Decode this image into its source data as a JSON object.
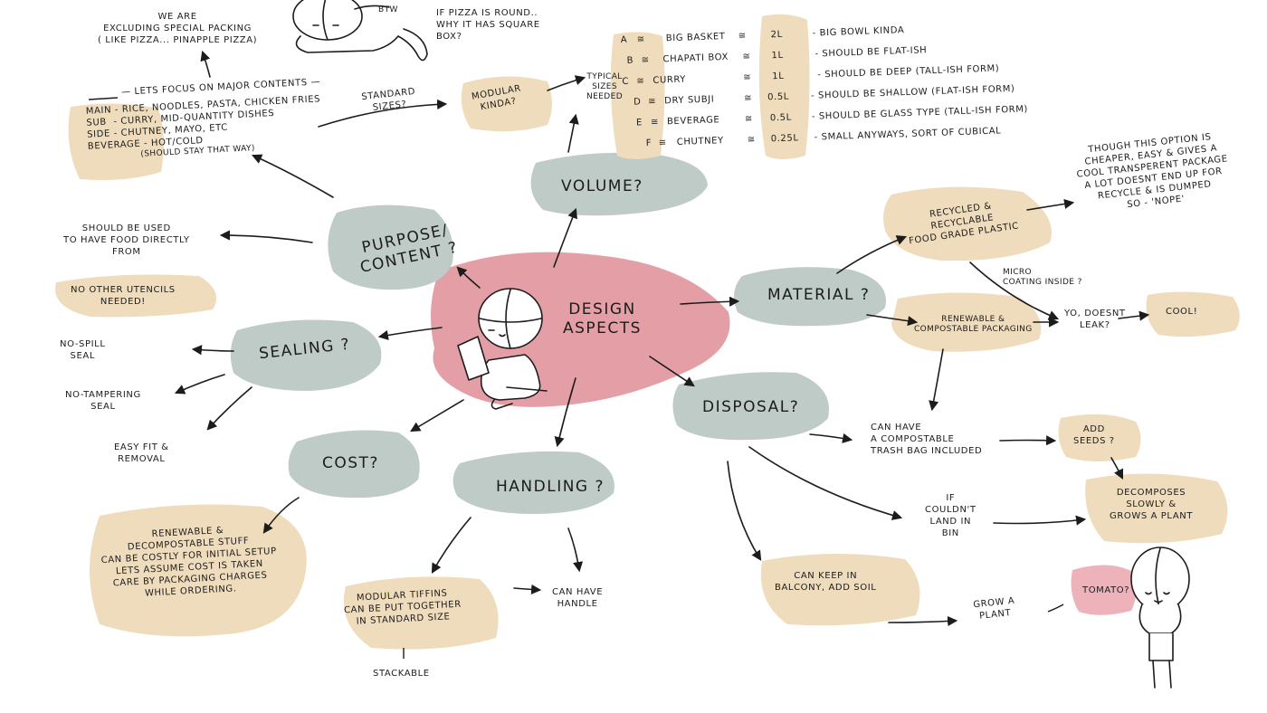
{
  "colors": {
    "center_blob": "#df8e97",
    "grey_blob": "#bfcbc7",
    "beige_blob": "#efdcbc",
    "pink_blob": "#eeb2ba",
    "ink": "#1c1c1c"
  },
  "center": {
    "label": "Design\nAspects"
  },
  "nodes": {
    "purpose": "Purpose/\nContent ?",
    "volume": "Volume?",
    "material": "Material ?",
    "disposal": "Disposal?",
    "handling": "Handling ?",
    "cost": "Cost?",
    "sealing": "Sealing ?"
  },
  "top_left": {
    "excluding": "We are\nExcluding special packing\n( like pizza... pinapple pizza)",
    "btw": "BTW",
    "pizza_note": "If pizza is round..\nWhy it has square\nbox?"
  },
  "contents": {
    "heading": "— Lets focus on major Contents —",
    "lines": [
      "Main - Rice, Noodles, Pasta, Chicken fries",
      "Sub  - Curry, mid-quantity dishes",
      "Side - Chutney, mayo, etc",
      "Beverage - hot/cold"
    ],
    "note": "(should stay that way)"
  },
  "standard": {
    "label": "Standard\nsizes?",
    "modular": "Modular\nkinda?"
  },
  "typical": "Typical\nsizes\nneeded",
  "sizes": {
    "letters": [
      "A",
      "B",
      "C",
      "D",
      "E",
      "F"
    ],
    "items": [
      "Big Basket",
      "Chapati Box",
      "Curry",
      "Dry Subji",
      "Beverage",
      "Chutney"
    ],
    "approx": "≅",
    "volumes": [
      "2L",
      "1L",
      "1L",
      "0.5L",
      "0.5L",
      "0.25L"
    ],
    "notes": [
      "- Big bowl kinda",
      "- Should be flat-ish",
      "- Should be deep (tall-ish form)",
      "- Should be shallow (flat-ish form)",
      "- Should be glass type (tall-ish form)",
      "- Small anyways, sort of cubical"
    ]
  },
  "purpose_note": "Should be used\nto have food directly\nfrom",
  "no_utensils": "No other utencils\nneeded!",
  "sealing_items": [
    "No-spill\nseal",
    "No-tampering\nseal",
    "Easy fit &\nremoval"
  ],
  "cost_note": "Renewable &\nDecompostable stuff\ncan be costly for initial setup\nLets assume cost is taken\ncare by packaging charges\nwhile ordering.",
  "handling_items": {
    "modular": "Modular tiffins\ncan be put together\nin standard size",
    "stackable": "Stackable",
    "handle": "Can have\nhandle"
  },
  "material_items": {
    "recycled": "Recycled &\nrecyclable\nfood grade plastic",
    "plastic_note": "Though this option is\ncheaper, easy & gives a\ncool transperent package\na lot doesnt end up for\nrecycle & is dumped\nso - 'Nope'",
    "micro": "Micro\ncoating inside ?",
    "renewable": "Renewable &\ncompostable packaging",
    "leak": "Yo, doesnt\nleak?",
    "cool": "Cool!"
  },
  "disposal_items": {
    "trash": "Can have\na compostable\ntrash bag included",
    "seeds": "Add\nseeds ?",
    "decomposes": "Decomposes\nslowly &\ngrows a plant",
    "couldnt": "If\ncouldn't\nland in\nbin",
    "balcony": "Can keep in\nbalcony, add soil",
    "grow": "Grow a\nplant",
    "tomato": "Tomato?"
  }
}
